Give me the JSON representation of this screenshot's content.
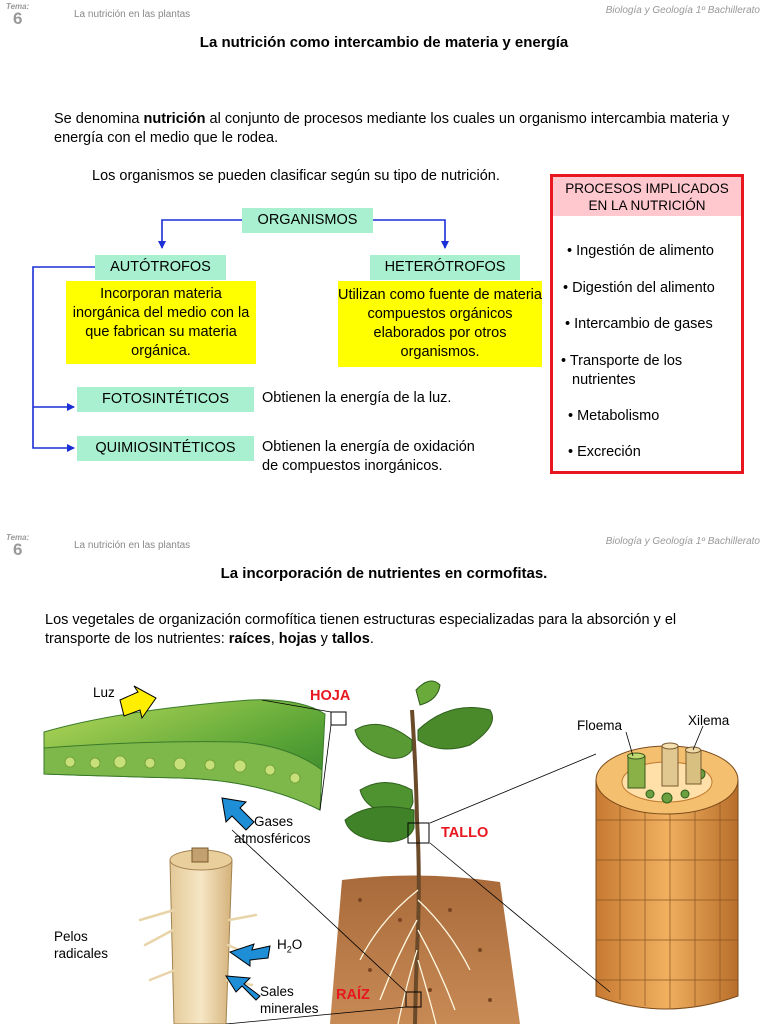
{
  "slide1": {
    "tema_label": "Tema:",
    "tema_number": "6",
    "header_left": "La nutrición en las plantas",
    "header_right": "Biología y Geología 1º Bachillerato",
    "title": "La nutrición como intercambio de materia y energía",
    "intro_before": "Se denomina ",
    "intro_bold": "nutrición",
    "intro_after": " al conjunto de procesos mediante los cuales un organismo intercambia materia y energía con el medio que le rodea.",
    "classification_text": "Los organismos se pueden clasificar según su tipo de nutrición.",
    "organismos": "ORGANISMOS",
    "autotrofos": "AUTÓTROFOS",
    "autotrofos_desc": "Incorporan materia inorgánica del medio con la que fabrican su materia orgánica.",
    "heterotrofos": "HETERÓTROFOS",
    "heterotrofos_desc": "Utilizan como fuente de materia compuestos orgánicos elaborados por otros organismos.",
    "fotosinteticos": "FOTOSINTÉTICOS",
    "fotosinteticos_desc": "Obtienen la energía de la luz.",
    "quimiosinteticos": "QUIMIOSINTÉTICOS",
    "quimiosinteticos_desc_line1": "Obtienen la energía de oxidación",
    "quimiosinteticos_desc_line2": "de compuestos inorgánicos.",
    "processes_header_line1": "PROCESOS IMPLICADOS",
    "processes_header_line2": "EN LA NUTRICIÓN",
    "processes": [
      "• Ingestión de alimento",
      "• Digestión del alimento",
      "• Intercambio de gases",
      "• Transporte de los",
      "nutrientes",
      "• Metabolismo",
      "• Excreción"
    ]
  },
  "slide2": {
    "tema_label": "Tema:",
    "tema_number": "6",
    "header_left": "La nutrición en las plantas",
    "header_right": "Biología y Geología 1º Bachillerato",
    "title": "La incorporación de nutrientes en cormofitas.",
    "intro_line1": "Los vegetales de organización cormofítica tienen estructuras especializadas para la absorción y el",
    "intro_line2_a": "transporte de los nutrientes: ",
    "raices": "raíces",
    "comma": ", ",
    "hojas": "hojas",
    "y": " y ",
    "tallos": "tallos",
    "period": ".",
    "labels": {
      "luz": "Luz",
      "hoja": "HOJA",
      "gases_1": "Gases",
      "gases_2": "atmosféricos",
      "tallo": "TALLO",
      "raiz": "RAÍZ",
      "pelos_1": "Pelos",
      "pelos_2": "radicales",
      "h": "H",
      "two": "2",
      "o": "O",
      "sales_1": "Sales",
      "sales_2": "minerales",
      "floema": "Floema",
      "xilema": "Xilema"
    }
  },
  "colors": {
    "green_box": "#a8f0cf",
    "yellow_box": "#ffff00",
    "arrow_blue": "#1a2fd6",
    "process_border": "#e8161f",
    "process_header": "#ffc8cf",
    "label_red": "#e8161f"
  }
}
